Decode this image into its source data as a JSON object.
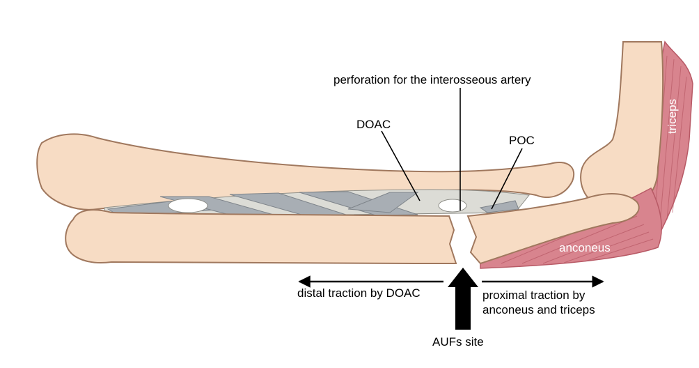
{
  "labels": {
    "perforation": "perforation for the interosseous artery",
    "doac": "DOAC",
    "poc": "POC",
    "triceps": "triceps",
    "anconeus": "anconeus",
    "distal_traction": "distal traction by DOAC",
    "proximal_traction_line1": "proximal traction by",
    "proximal_traction_line2": "anconeus and triceps",
    "aufs_site": "AUFs site"
  },
  "colors": {
    "bone_fill": "#f7dcc4",
    "bone_outline": "#a0785e",
    "membrane_fill": "#dcdcd6",
    "ligament_fill": "#a8aeb4",
    "muscle_fill": "#d8848e",
    "muscle_dark": "#b85a66",
    "arrow": "#000000"
  }
}
